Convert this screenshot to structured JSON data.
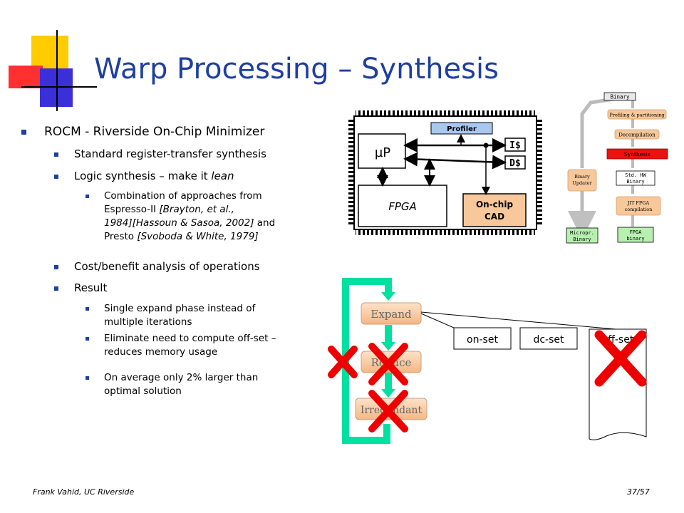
{
  "slide": {
    "title": "Warp Processing – Synthesis",
    "bullets": {
      "l1": "ROCM - Riverside On-Chip Minimizer",
      "l2a": "Standard register-transfer synthesis",
      "l2b_pre": "Logic synthesis – make it ",
      "l2b_em": "lean",
      "l3a_1": "Combination of approaches from",
      "l3a_2_pre": "Espresso-II ",
      "l3a_2_em": "[Brayton, et al.,",
      "l3a_3_em": "1984][Hassoun & Sasoa, 2002]",
      "l3a_3_post": " and",
      "l3a_4_pre": "Presto ",
      "l3a_4_em": "[Svoboda & White, 1979]",
      "l2c": "Cost/benefit analysis of operations",
      "l2d": "Result",
      "l3b_1": "Single expand phase instead of",
      "l3b_2": "multiple iterations",
      "l3c_1": "Eliminate need to compute off-set –",
      "l3c_2": "reduces memory usage",
      "l3d_1": "On average only 2% larger than",
      "l3d_2": "optimal solution"
    },
    "footer": {
      "author": "Frank Vahid, UC Riverside",
      "page": "37/57"
    }
  },
  "chip": {
    "up": "µP",
    "profiler": "Profiler",
    "icache": "I$",
    "dcache": "D$",
    "fpga": "FPGA",
    "cad_1": "On-chip",
    "cad_2": "CAD"
  },
  "flow": {
    "binary": "Binary",
    "profiling": "Profiling & partitioning",
    "decompilation": "Decompilation",
    "synthesis": "Synthesis",
    "stdhw_1": "Std. HW",
    "stdhw_2": "Binary",
    "jit_1": "JIT FPGA",
    "jit_2": "compilation",
    "fpgabin_1": "FPGA",
    "fpgabin_2": "binary",
    "updater_1": "Binary",
    "updater_2": "Updater",
    "micro_1": "Micropr.",
    "micro_2": "Binary"
  },
  "espresso": {
    "expand": "Expand",
    "reduce": "Reduce",
    "irredundant": "Irredundant",
    "onset": "on-set",
    "dcset": "dc-set",
    "offset": "off-set"
  },
  "colors": {
    "title": "#1f3f9f",
    "bullet": "#1f3f9f",
    "loop": "#00e0a0",
    "orange": "#f8c89a",
    "cross": "#ee0000",
    "synth_red": "#ee1111",
    "profiler_blue": "#a8c8f0",
    "fpga_bin_green": "#b8f0b0"
  }
}
